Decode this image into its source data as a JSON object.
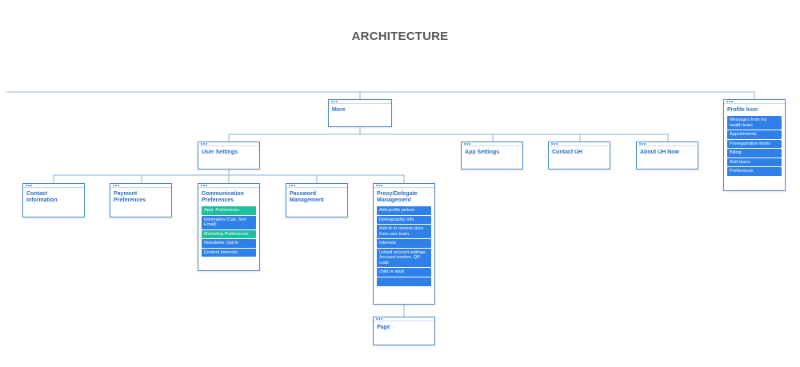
{
  "title": "ARCHITECTURE",
  "colors": {
    "node_border": "#4a86c8",
    "node_label": "#2b6cc0",
    "item_blue": "#2f80e8",
    "item_teal": "#1fbea0",
    "connector": "#8fb1d8",
    "title": "#555555"
  },
  "nodes": {
    "more": {
      "label": "More"
    },
    "profile_icon": {
      "label": "Profile Icon",
      "items": [
        "Messages from my health team",
        "Appointments",
        "Preregistration forms",
        "Billing",
        "Add Users",
        "Preferences"
      ]
    },
    "user_settings": {
      "label": "User Settings"
    },
    "app_settings": {
      "label": "App Settings"
    },
    "contact_uh": {
      "label": "Contact UH"
    },
    "about_uh_now": {
      "label": "About UH Now"
    },
    "contact_information": {
      "label": "Contact Information"
    },
    "payment_preferences": {
      "label": "Payment Preferences"
    },
    "communication_preferences": {
      "label": "Communication Preferences",
      "items": [
        "Appt. Preferences",
        "Reminders (Call, Text Email)",
        "Marketing Preferences",
        "Newsletter Opt-In",
        "Content Interests"
      ]
    },
    "password_management": {
      "label": "Password Management"
    },
    "proxy_delegate_management": {
      "label": "Proxy/Delegate Management",
      "items": [
        "Add profile picture",
        "Demographic Info",
        "Add to or remove docs from care team",
        "Interests",
        "Linked account settings. Account number, QR code",
        "child or adult",
        ""
      ]
    },
    "page": {
      "label": "Page"
    }
  }
}
